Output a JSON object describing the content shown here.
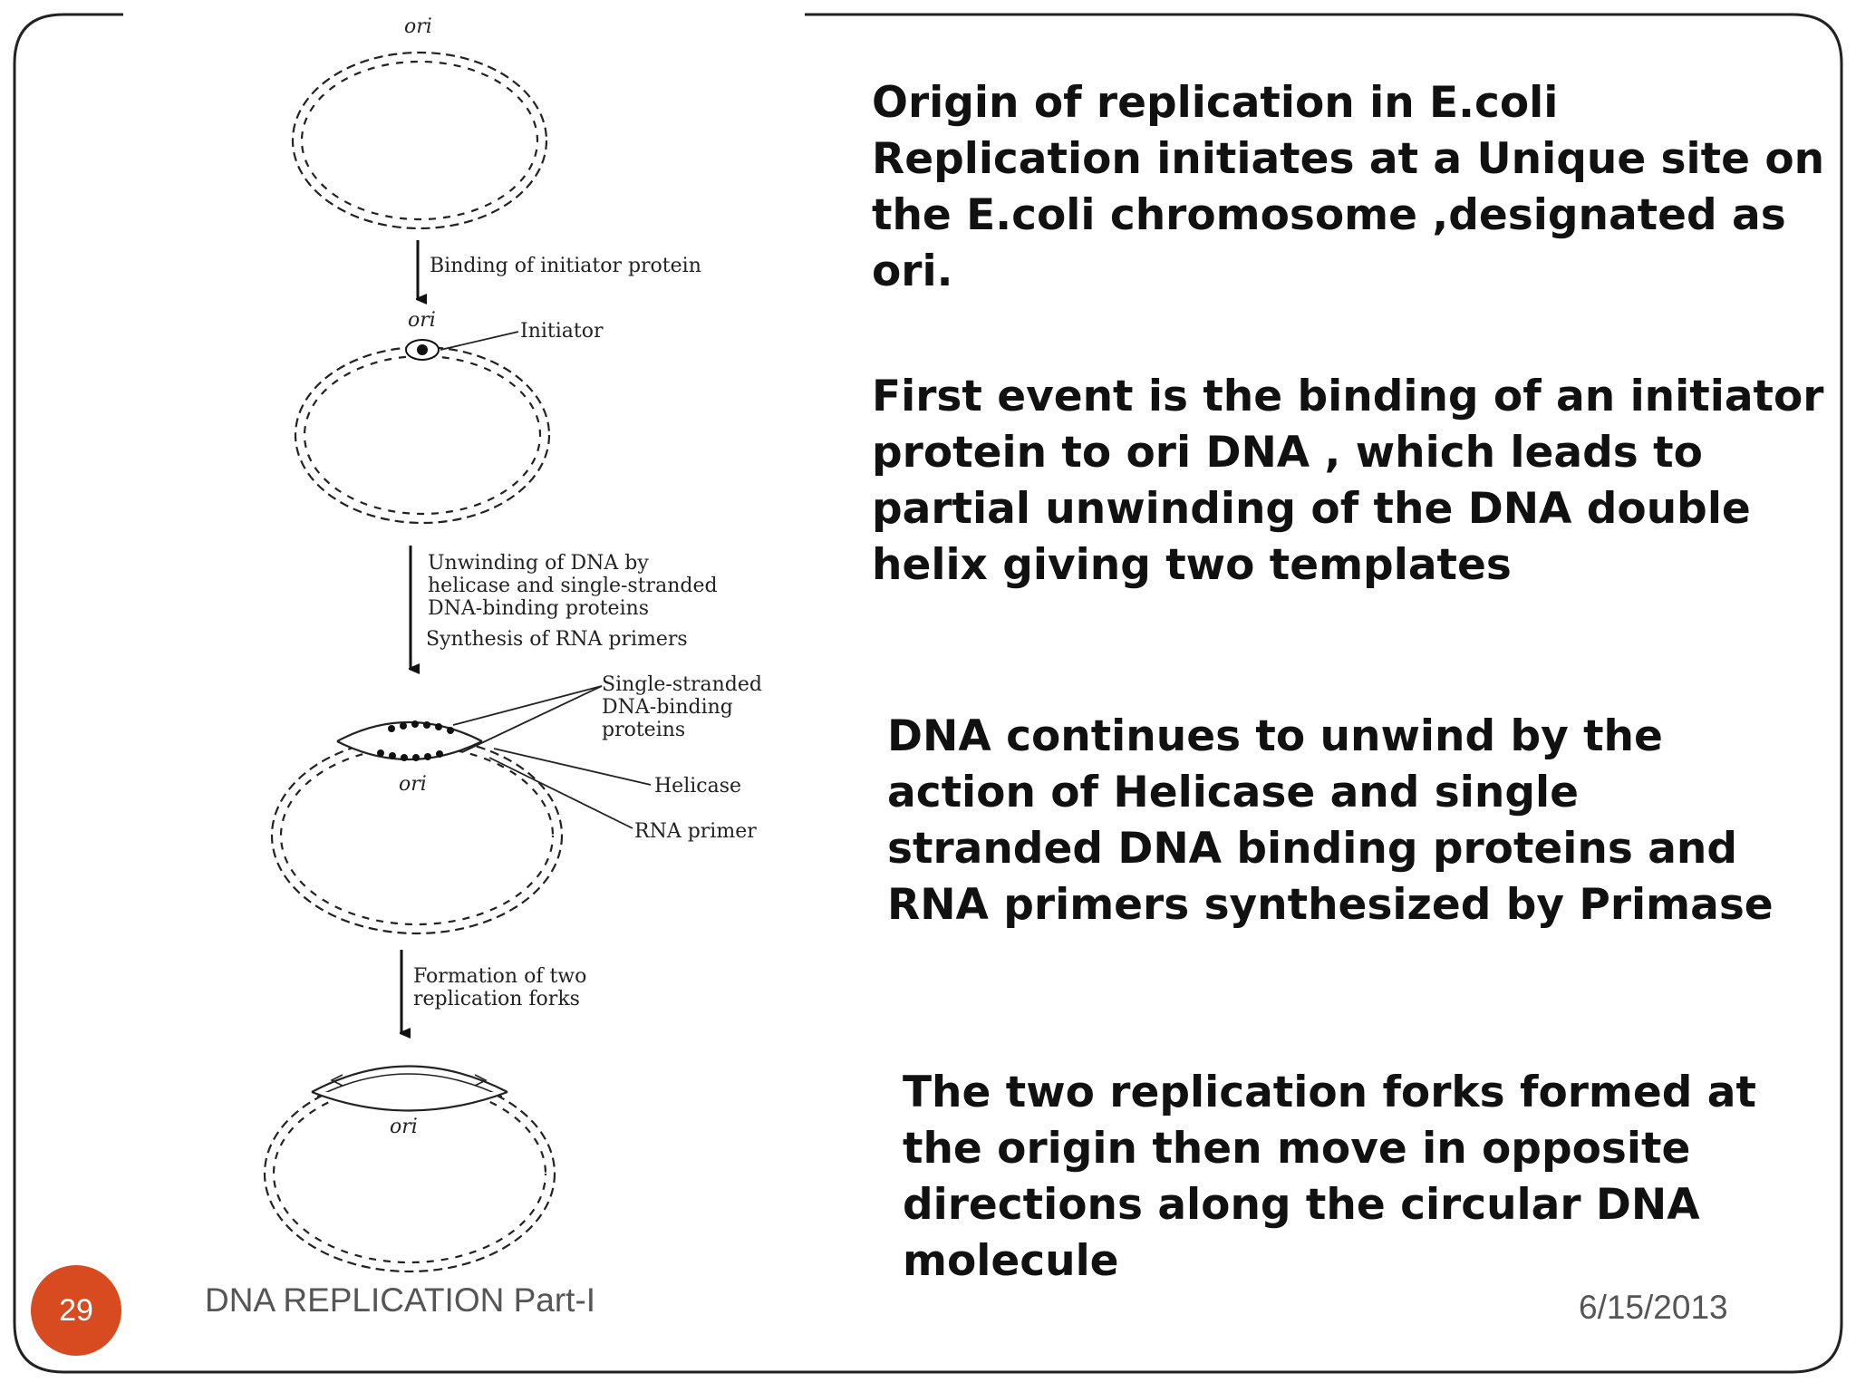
{
  "diagram": {
    "labels": {
      "ori_1": "ori",
      "step1": "Binding of initiator protein",
      "ori_2": "ori",
      "initiator": "Initiator",
      "step2_lines": [
        "Unwinding of DNA by",
        "helicase and single-stranded",
        "DNA-binding proteins"
      ],
      "step2b": "Synthesis of RNA primers",
      "ssb_lines": [
        "Single-stranded",
        "DNA-binding",
        "proteins"
      ],
      "ori_3": "ori",
      "helicase": "Helicase",
      "rna_primer": "RNA primer",
      "step3_lines": [
        "Formation of two",
        "replication forks"
      ],
      "ori_4": "ori"
    }
  },
  "text": {
    "block1": [
      "Origin of  replication in E.coli",
      "Replication initiates at a Unique site on",
      "the E.coli chromosome ,designated as",
      "ori."
    ],
    "block2": [
      "First event is the binding of  an initiator",
      "protein to ori DNA , which leads to",
      "partial unwinding of the DNA double",
      "helix giving two templates"
    ],
    "block3": [
      "DNA continues to unwind by the",
      "action of Helicase and single",
      "stranded DNA  binding  proteins and",
      "RNA primers synthesized by Primase"
    ],
    "block4": [
      "The two replication forks formed at",
      "the origin then move in opposite",
      "directions along the circular DNA",
      "molecule"
    ]
  },
  "footer": {
    "slide_number": "29",
    "title": "DNA REPLICATION Part-I",
    "date": "6/15/2013"
  },
  "colors": {
    "badge": "#d84b20",
    "text": "#111111",
    "footer_text": "#555555"
  }
}
